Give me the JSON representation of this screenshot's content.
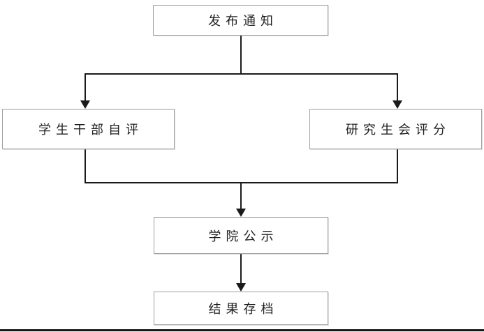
{
  "diagram": {
    "type": "flowchart",
    "nodes": [
      {
        "id": "publish-notice",
        "label": "发布通知"
      },
      {
        "id": "student-cadre-self-evaluation",
        "label": "学生干部自评"
      },
      {
        "id": "graduate-union-scoring",
        "label": "研究生会评分"
      },
      {
        "id": "college-publicity",
        "label": "学院公示"
      },
      {
        "id": "result-archiving",
        "label": "结果存档"
      }
    ],
    "edges": [
      {
        "from": "publish-notice",
        "to": "student-cadre-self-evaluation",
        "arrow": true
      },
      {
        "from": "publish-notice",
        "to": "graduate-union-scoring",
        "arrow": true
      },
      {
        "from": "student-cadre-self-evaluation",
        "to": "college-publicity",
        "arrow": true
      },
      {
        "from": "graduate-union-scoring",
        "to": "college-publicity",
        "arrow": true
      },
      {
        "from": "college-publicity",
        "to": "result-archiving",
        "arrow": true
      }
    ],
    "colors": {
      "background": "#ffffff",
      "box_fill": "#ffffff",
      "box_border": "#9f9f9f",
      "connector": "#1a1a1a",
      "text": "#1f1f1f",
      "bottom_edge": "#161616"
    }
  }
}
